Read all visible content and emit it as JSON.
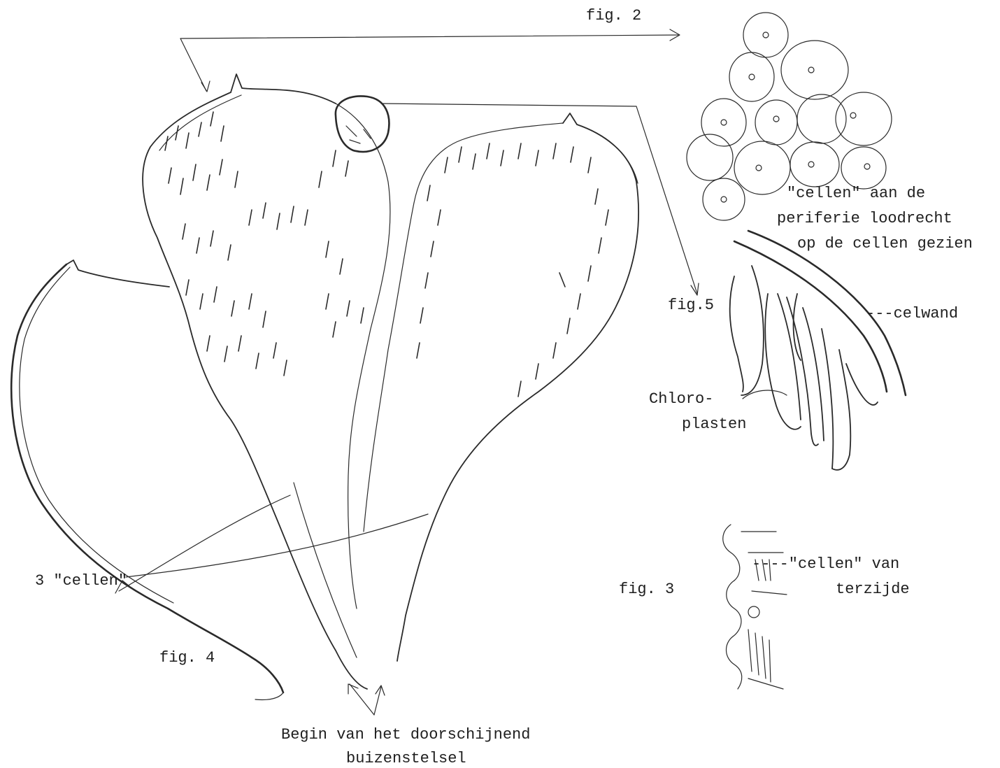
{
  "labels": {
    "fig2": "fig. 2",
    "fig3": "fig. 3",
    "fig4": "fig. 4",
    "fig5": "fig.5",
    "cells_line1": "\"cellen\" aan de",
    "cells_line2": "periferie loodrecht",
    "cells_line3": "op de cellen gezien",
    "celwand": "---celwand",
    "chloro_line1": "Chloro-",
    "chloro_line2": "plasten",
    "side_line1": "----\"cellen\" van",
    "side_line2": "terzijde",
    "three_cells": "3 \"cellen\"",
    "begin_line1": "Begin van het doorschijnend",
    "begin_line2": "buizenstelsel"
  },
  "ink_color": "#2a2a2a",
  "paper_color": "#ffffff"
}
